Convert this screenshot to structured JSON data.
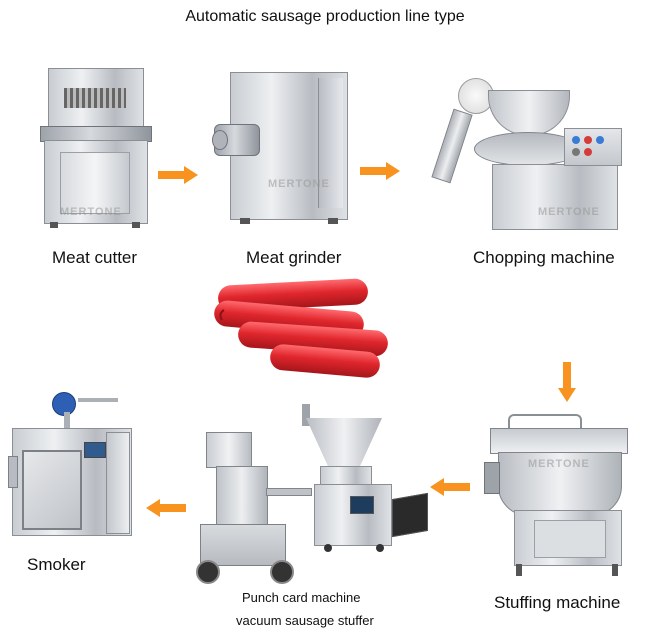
{
  "title": "Automatic sausage production line type",
  "watermark": "MERTONE",
  "colors": {
    "arrow": "#f7931e",
    "sausage": "#e0262d",
    "steel": "#c9cdd2"
  },
  "steps": {
    "meat_cutter": "Meat cutter",
    "meat_grinder": "Meat grinder",
    "chopping_machine": "Chopping machine",
    "stuffing_machine": "Stuffing machine",
    "punch_card_line1": "Punch card machine",
    "punch_card_line2": "vacuum sausage stuffer",
    "smoker": "Smoker"
  },
  "arrows": [
    {
      "direction": "right",
      "icon": "arrow-right-icon"
    },
    {
      "direction": "right",
      "icon": "arrow-right-icon"
    },
    {
      "direction": "down",
      "icon": "arrow-down-icon"
    },
    {
      "direction": "left",
      "icon": "arrow-left-icon"
    },
    {
      "direction": "left",
      "icon": "arrow-left-icon"
    }
  ]
}
